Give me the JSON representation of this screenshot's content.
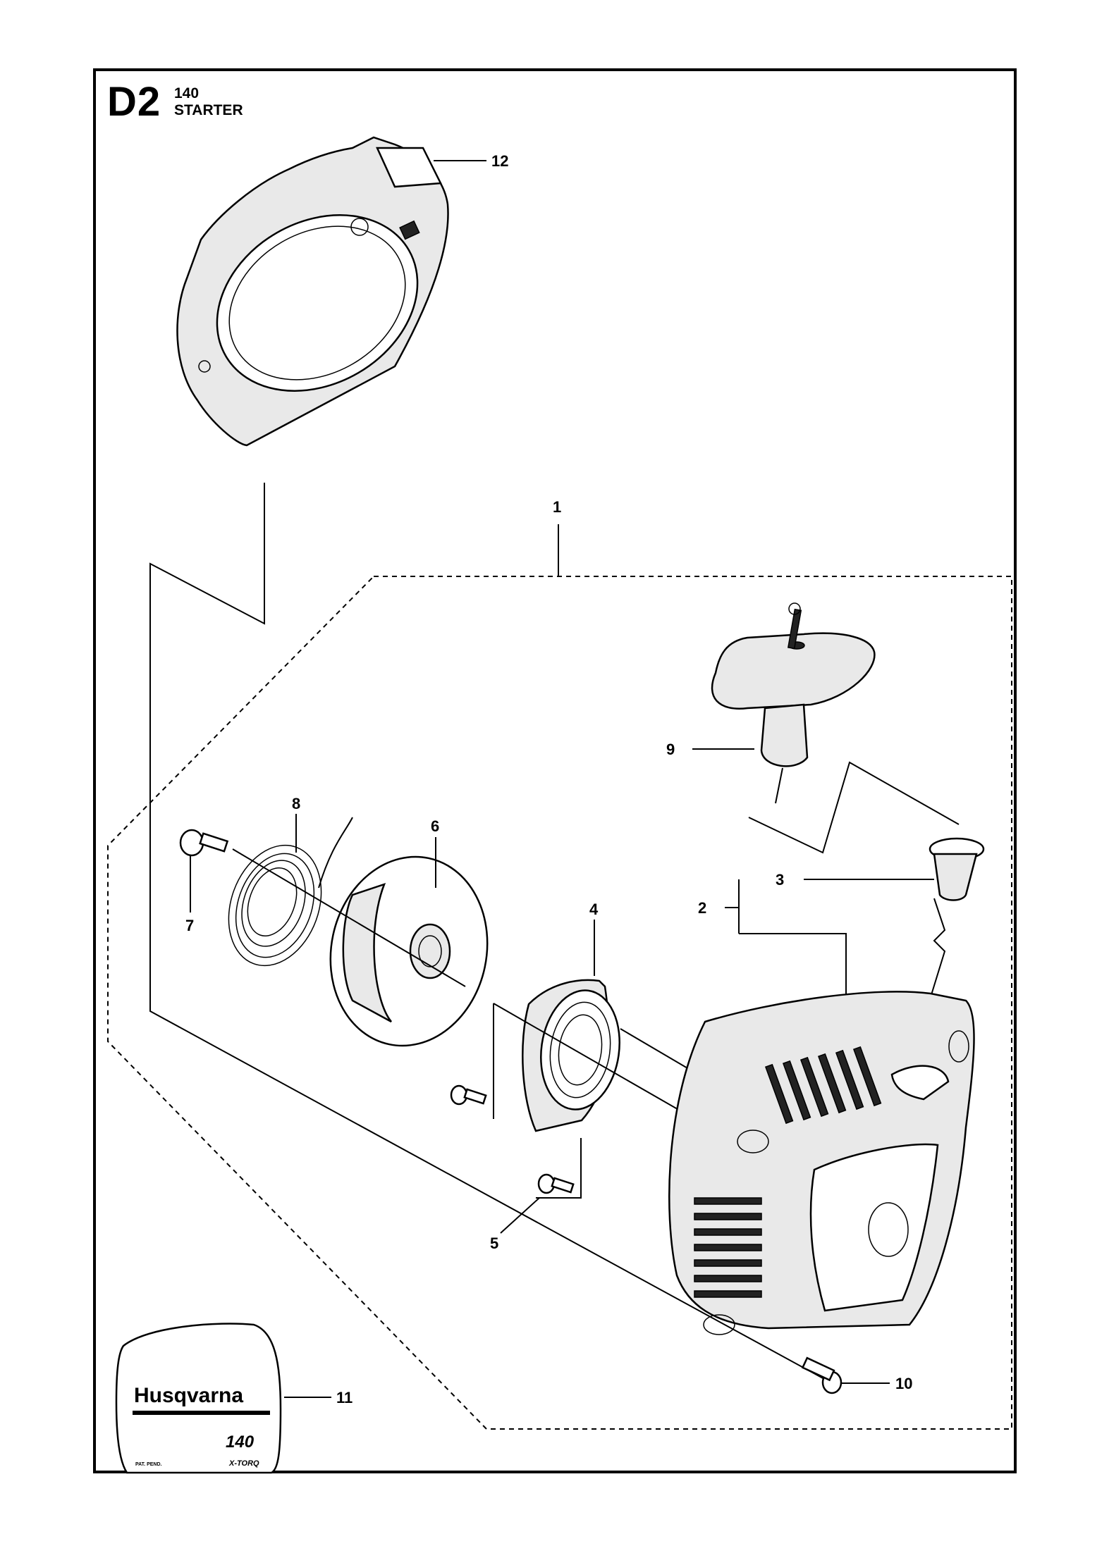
{
  "header": {
    "section_code": "D2",
    "model": "140",
    "section_title": "STARTER"
  },
  "callouts": [
    "1",
    "2",
    "3",
    "4",
    "5",
    "6",
    "7",
    "8",
    "9",
    "10",
    "11",
    "12"
  ],
  "decal": {
    "brand": "Husqvarna",
    "model": "140",
    "small_left": "PAT. PEND.",
    "small_right": "X-TORQ"
  }
}
